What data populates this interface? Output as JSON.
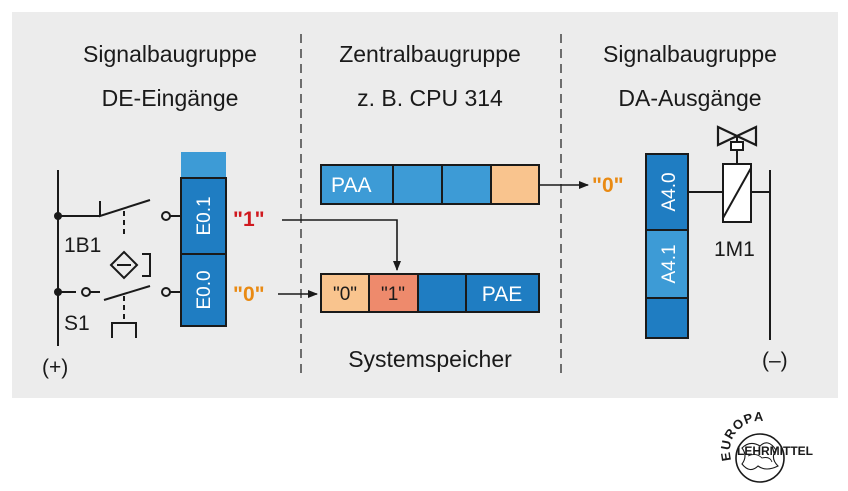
{
  "headers": {
    "left_line1": "Signalbaugruppe",
    "left_line2": "DE-Eingänge",
    "center_line1": "Zentralbaugruppe",
    "center_line2": "z. B. CPU 314",
    "right_line1": "Signalbaugruppe",
    "right_line2": "DA-Ausgänge"
  },
  "inputs": {
    "cell_top": "E0.1",
    "cell_bottom": "E0.0",
    "signal_top": "\"1\"",
    "signal_bottom": "\"0\"",
    "sensor_label": "1B1",
    "switch_label": "S1",
    "supply_plus": "(+)"
  },
  "cpu": {
    "paa_label": "PAA",
    "pae_label": "PAE",
    "pae_cell0": "\"0\"",
    "pae_cell1": "\"1\"",
    "memory_label": "Systemspeicher"
  },
  "outputs": {
    "signal_out": "\"0\"",
    "cell_top": "A4.0",
    "cell_bottom": "A4.1",
    "valve_label": "1M1",
    "supply_minus": "(–)"
  },
  "logo": {
    "top": "EUROPA",
    "bottom": "LEHRMITTEL"
  },
  "colors": {
    "blue_mid": "#3d9bd6",
    "blue_dark": "#1f7dc2",
    "peach": "#f9c48e",
    "salmon": "#ee8a6c",
    "signal_red": "#d0191f",
    "signal_orange": "#e98a13",
    "panel_bg": "#ececec"
  }
}
